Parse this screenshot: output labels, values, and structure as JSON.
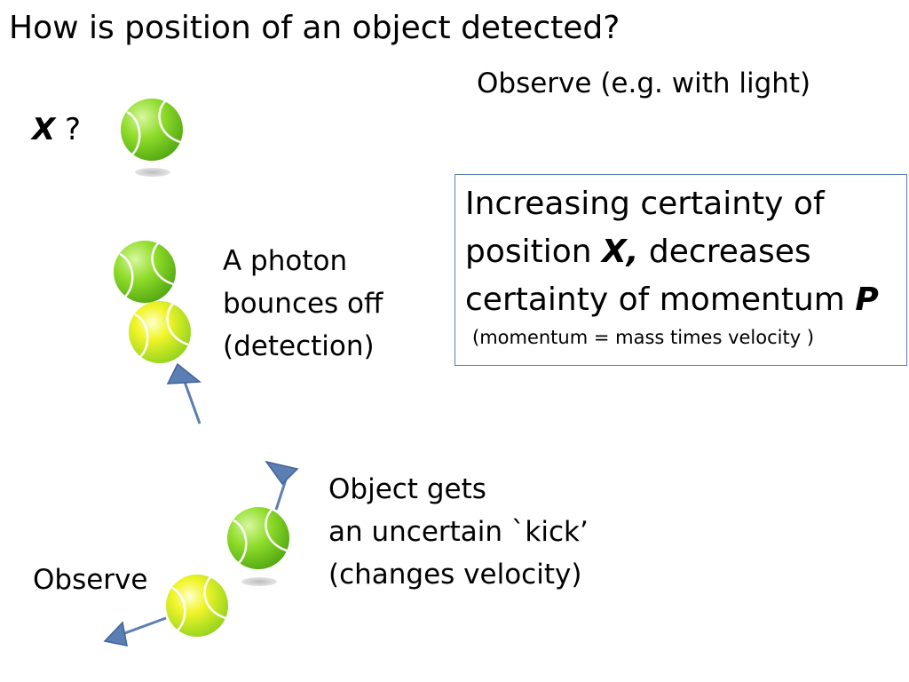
{
  "slide": {
    "title": "How is position of an object detected?",
    "observe_light": "Observe (e.g. with light)",
    "x_symbol": "X",
    "x_question_mark": "?",
    "photon_caption": [
      "A photon",
      "bounces off",
      "(detection)"
    ],
    "kick_caption": [
      "Object gets",
      "an uncertain `kick’",
      "(changes velocity)"
    ],
    "observe_bottom": "Observe",
    "box": {
      "line1": "Increasing certainty of",
      "line2_pre": "position ",
      "line2_var": "X,",
      "line2_post": " decreases",
      "line3_pre": "certainty of momentum ",
      "line3_var": "P",
      "note": "(momentum = mass times velocity )"
    }
  },
  "colors": {
    "ball_green": "#7ed321",
    "photon_yellow": "#e6f21a",
    "arrow_blue": "#5b7fb3",
    "shadow_grey": "#cccccc",
    "box_border": "#5b7fb3"
  }
}
